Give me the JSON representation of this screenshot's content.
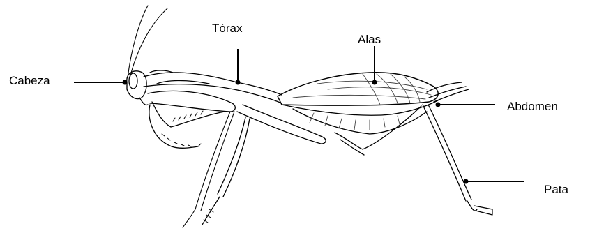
{
  "labels": {
    "cabeza": "Cabeza",
    "torax": "Tórax",
    "alas": "Alas",
    "abdomen": "Abdomen",
    "pata": "Pata"
  },
  "colors": {
    "ink": "#000000",
    "paper": "#ffffff",
    "wing_ink": "#444444"
  }
}
